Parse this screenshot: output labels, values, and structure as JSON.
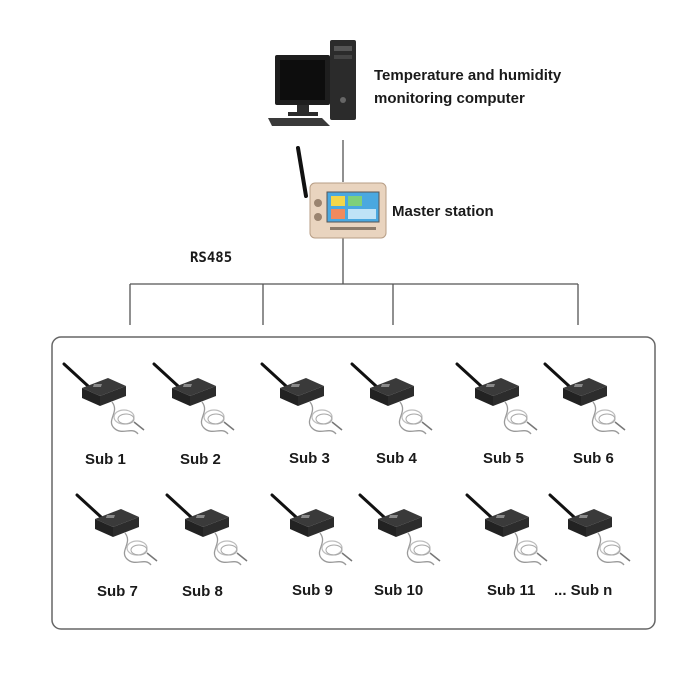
{
  "computer": {
    "icon": "desktop-computer-icon",
    "label_line1": "Temperature and humidity",
    "label_line2": "monitoring computer"
  },
  "master": {
    "icon": "master-station-icon",
    "label": "Master station"
  },
  "bus": {
    "label": "RS485"
  },
  "sub_icon": "wireless-sensor-icon",
  "subs": [
    {
      "label": "Sub 1"
    },
    {
      "label": "Sub 2"
    },
    {
      "label": "Sub 3"
    },
    {
      "label": "Sub 4"
    },
    {
      "label": "Sub 5"
    },
    {
      "label": "Sub 6"
    },
    {
      "label": "Sub 7"
    },
    {
      "label": "Sub 8"
    },
    {
      "label": "Sub 9"
    },
    {
      "label": "Sub 10"
    },
    {
      "label": "Sub 11"
    },
    {
      "label": "... Sub n"
    }
  ],
  "colors": {
    "line": "#555555",
    "frame": "#666666",
    "device_body": "#e9d4bf",
    "screen": "#4aa8e0",
    "sensor_body": "#2a2a2a"
  }
}
